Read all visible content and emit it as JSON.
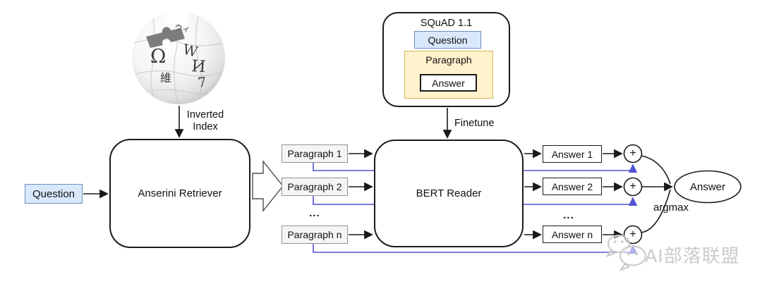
{
  "globe": {
    "glyph_top": "ウィ",
    "glyph_w": "W",
    "glyph_omega": "Ω",
    "glyph_i": "И",
    "glyph_wei": "維",
    "glyph_seven": "7"
  },
  "labels": {
    "inverted_1": "Inverted",
    "inverted_2": "Index",
    "finetune": "Finetune",
    "argmax": "argmax",
    "ellipsis_paragraphs": "...",
    "ellipsis_answers": "..."
  },
  "retriever": {
    "input_label": "Question",
    "name": "Anserini Retriever"
  },
  "squad": {
    "title": "SQuAD 1.1",
    "question_label": "Question",
    "paragraph_label": "Paragraph",
    "answer_label": "Answer"
  },
  "reader": {
    "name": "BERT Reader"
  },
  "paragraphs": {
    "p1": "Paragraph 1",
    "p2": "Paragraph 2",
    "pn": "Paragraph n"
  },
  "answers": {
    "a1": "Answer 1",
    "a2": "Answer 2",
    "an": "Answer n"
  },
  "aggregation": {
    "plus": "+",
    "final_label": "Answer"
  },
  "watermark": {
    "text": "AI部落联盟"
  },
  "colors": {
    "question_fill": "#dae8fc",
    "question_border": "#6c8ebf",
    "paragraph_fill": "#fff2cc",
    "paragraph_border": "#d6b656",
    "gray_fill": "#f5f5f5",
    "gray_border": "#909090",
    "connector_blue": "#5252d6",
    "line_black": "#1a1a1a",
    "watermark_gray": "#cccccc"
  }
}
